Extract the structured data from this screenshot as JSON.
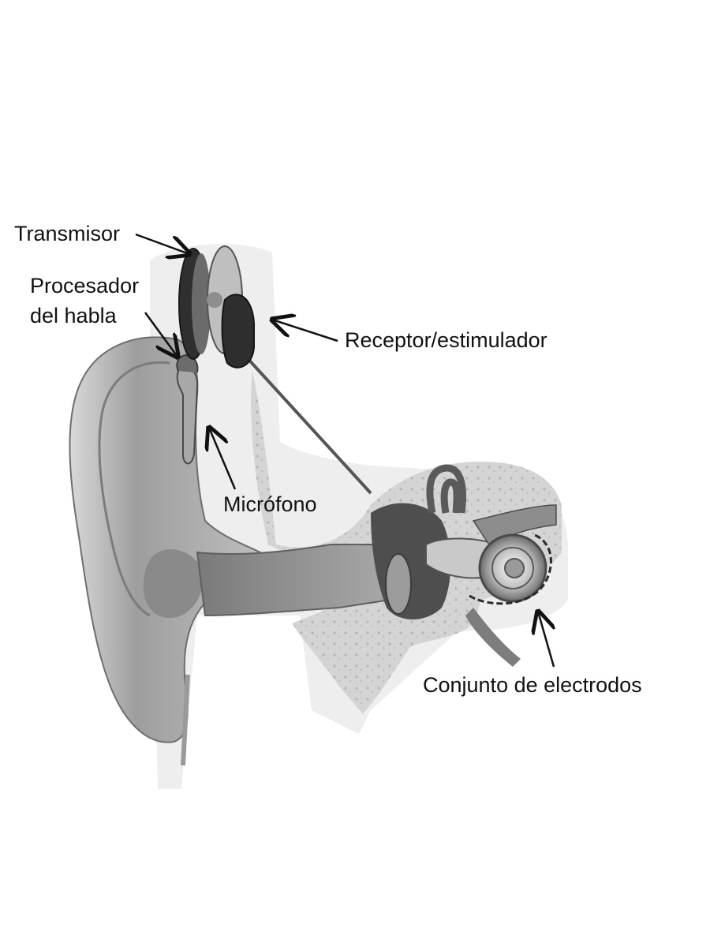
{
  "labels": {
    "transmitter": "Transmisor",
    "speech_processor_line1": "Procesador",
    "speech_processor_line2": "del habla",
    "receiver_stimulator": "Receptor/estimulador",
    "microphone": "Micrófono",
    "electrode_array": "Conjunto de electrodos"
  },
  "colors": {
    "background": "#ffffff",
    "skin": "#a9a9a9",
    "skin_dark": "#6e6e6e",
    "bone": "#d2d2d2",
    "device_dark": "#2e2e2e",
    "label_text": "#111111"
  }
}
